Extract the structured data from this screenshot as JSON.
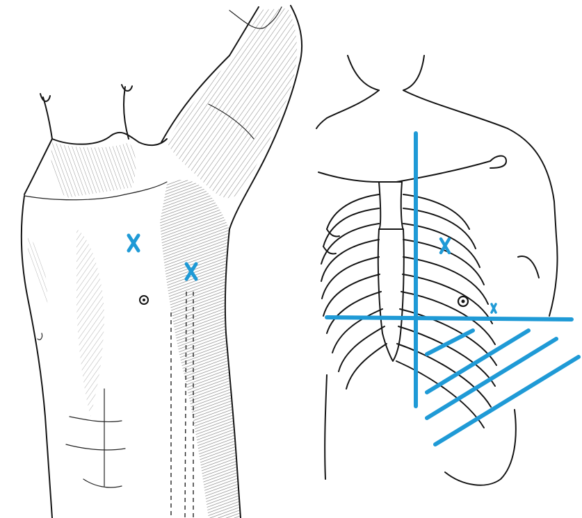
{
  "figure": {
    "panels": [
      {
        "id": "left",
        "subject": "lateral-chest-drawing",
        "marks": 2
      },
      {
        "id": "right",
        "subject": "rib-cage-diagram",
        "marks": 2
      }
    ],
    "marker_symbol": "X",
    "colors": {
      "line_art": "#141414",
      "marker": "#1f9ad6",
      "background": "#ffffff"
    },
    "icons": [
      "x-marker-icon",
      "guide-line"
    ]
  }
}
